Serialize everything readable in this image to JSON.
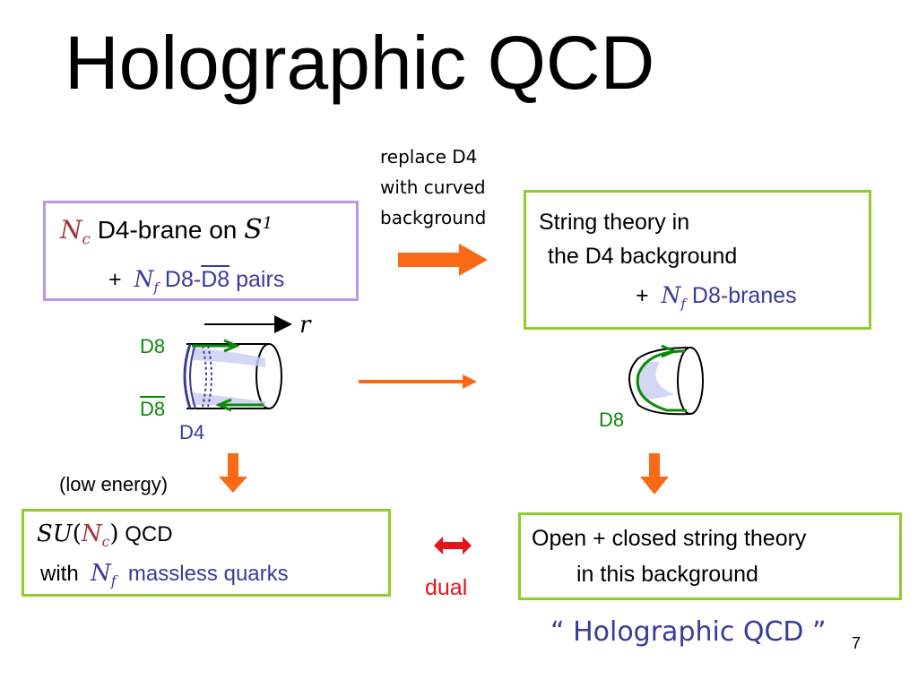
{
  "title": "Holographic QCD",
  "arrow_note": {
    "line1": "replace D4",
    "line2": "with curved",
    "line3": "background"
  },
  "box_d4": {
    "nc": "N",
    "nc_sub": "c",
    "label": "D4-brane on",
    "s": "S",
    "s_sup": "1",
    "plus": "+",
    "nf": "N",
    "nf_sub": "f",
    "d8": "D8-",
    "d8bar": "D8",
    "pairs": "pairs"
  },
  "box_string": {
    "line1": "String theory in",
    "line2": "the D4 background",
    "plus": "+",
    "nf": "N",
    "nf_sub": "f",
    "branes": "D8-branes"
  },
  "fig_left": {
    "r_label": "r",
    "d8_top": "D8",
    "d8_bottom": "D8",
    "d4": "D4"
  },
  "fig_right": {
    "d8": "D8"
  },
  "low_energy": "(low energy)",
  "box_qcd": {
    "su": "SU",
    "paren_open": "(",
    "nc": "N",
    "nc_sub": "c",
    "paren_close": ")",
    "qcd": "QCD",
    "with": "with",
    "nf": "N",
    "nf_sub": "f",
    "quarks": "massless quarks"
  },
  "dual": "dual",
  "box_open": {
    "line1": "Open + closed string theory",
    "line2": "in this background"
  },
  "holo_quote": "“ Holographic QCD ”",
  "page_number": "7",
  "colors": {
    "purple_border": "#b79be8",
    "green_border": "#8fcc2c",
    "orange": "#f96a16",
    "red": "#e4141a",
    "blue": "#3a3a9e",
    "green": "#0a8a0a"
  }
}
